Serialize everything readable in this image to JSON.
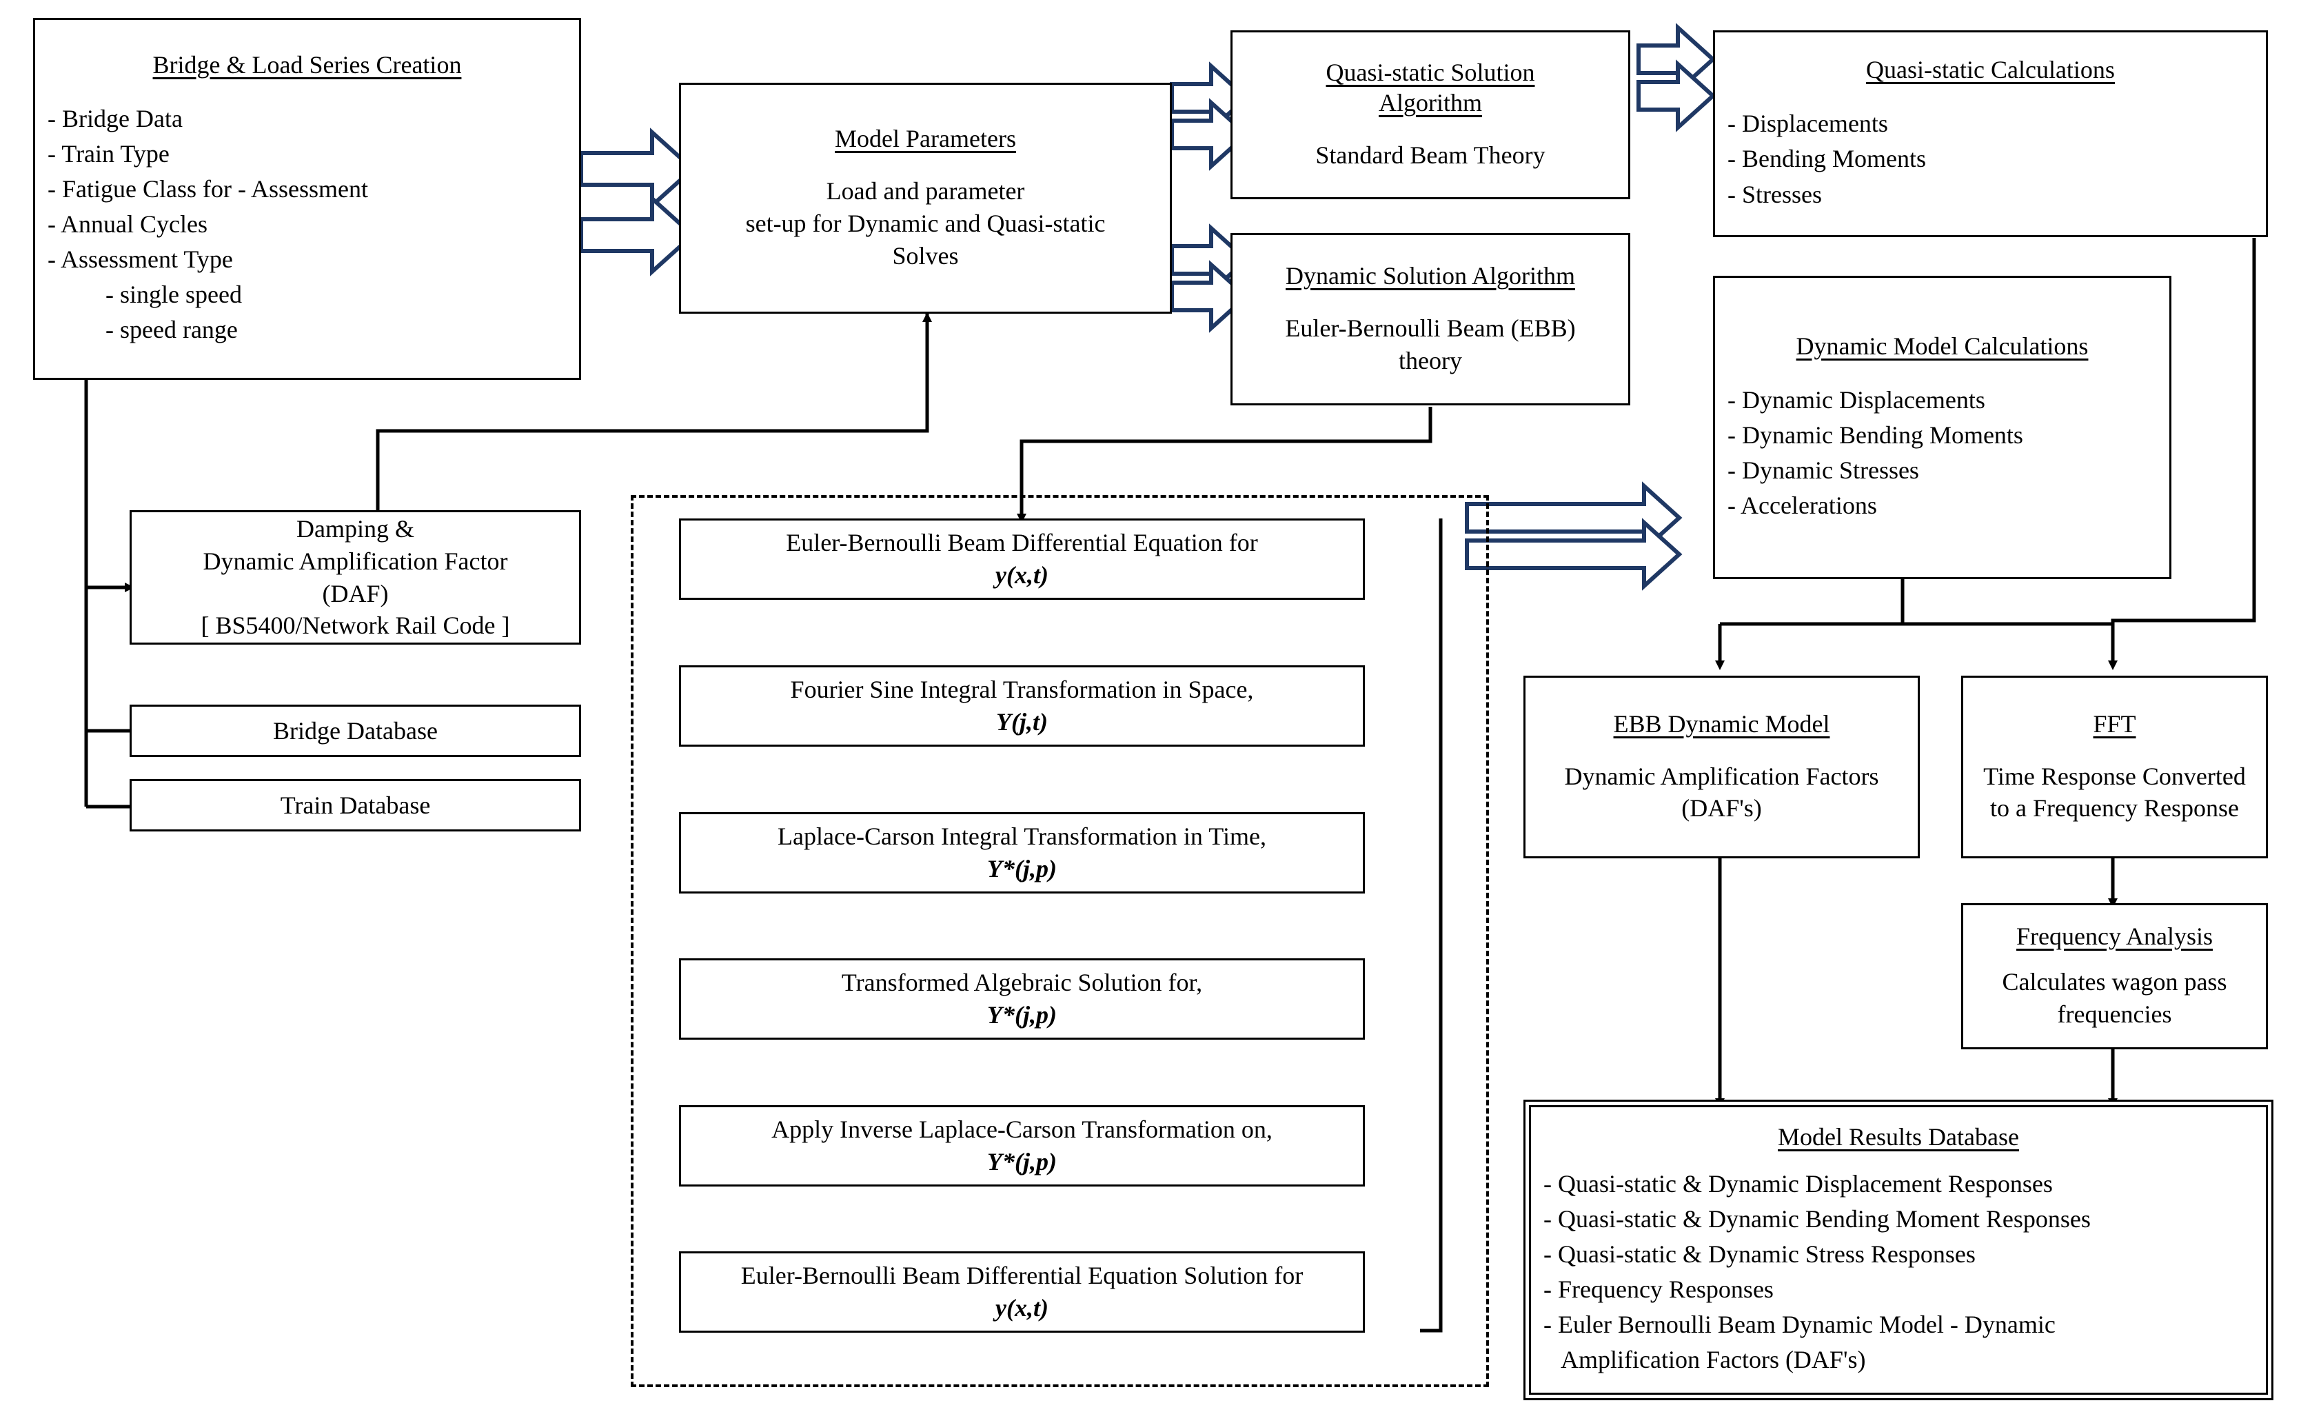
{
  "diagram": {
    "title": "Bridge fatigue assessment model flowchart",
    "accent_color": "#1F3864",
    "line_color": "#000000",
    "box_fill": "#FFFFFF"
  },
  "boxes": {
    "bridge_load_series": {
      "title": "Bridge & Load Series Creation",
      "items": [
        "- Bridge Data",
        "- Train Type",
        "- Fatigue Class for - Assessment",
        "- Annual Cycles",
        "- Assessment Type"
      ],
      "subitems": [
        "- single speed",
        "- speed range"
      ]
    },
    "model_parameters": {
      "title": "Model Parameters",
      "lines": [
        "Load and parameter",
        "set-up for Dynamic and Quasi-static",
        "Solves"
      ]
    },
    "quasi_static_algorithm": {
      "title_line1": "Quasi-static Solution",
      "title_line2": "Algorithm",
      "body": "Standard Beam Theory"
    },
    "quasi_static_calculations": {
      "title": "Quasi-static Calculations",
      "items": [
        "- Displacements",
        "- Bending Moments",
        "- Stresses"
      ]
    },
    "dynamic_algorithm": {
      "title": "Dynamic Solution Algorithm",
      "lines": [
        "Euler-Bernoulli Beam (EBB)",
        "theory"
      ]
    },
    "dynamic_model_calculations": {
      "title": "Dynamic Model Calculations",
      "items": [
        "- Dynamic Displacements",
        "- Dynamic Bending Moments",
        "- Dynamic Stresses",
        "- Accelerations"
      ]
    },
    "damping_daf": {
      "lines": [
        "Damping &",
        "Dynamic Amplification Factor",
        "(DAF)",
        "[ BS5400/Network Rail Code ]"
      ]
    },
    "bridge_database": {
      "label": "Bridge Database"
    },
    "train_database": {
      "label": "Train Database"
    },
    "ebb_dynamic_model": {
      "title": "EBB Dynamic Model",
      "lines": [
        "Dynamic Amplification Factors",
        "(DAF's)"
      ]
    },
    "fft": {
      "title": "FFT",
      "lines": [
        "Time Response Converted",
        "to a Frequency Response"
      ]
    },
    "frequency_analysis": {
      "title": "Frequency Analysis",
      "lines": [
        "Calculates wagon pass",
        "frequencies"
      ]
    },
    "model_results_database": {
      "title": "Model Results Database",
      "items": [
        "- Quasi-static & Dynamic Displacement Responses",
        "- Quasi-static & Dynamic Bending Moment Responses",
        "- Quasi-static & Dynamic Stress Responses",
        "- Frequency Responses",
        "- Euler Bernoulli Beam Dynamic Model - Dynamic",
        "   Amplification Factors (DAF's)"
      ]
    }
  },
  "solution_steps": [
    {
      "text": "Euler-Bernoulli Beam Differential Equation for",
      "math": "y(x,t)"
    },
    {
      "text": "Fourier Sine Integral Transformation in Space,",
      "math": "Y(j,t)"
    },
    {
      "text": "Laplace-Carson Integral Transformation in Time,",
      "math": "Y*(j,p)"
    },
    {
      "text": "Transformed Algebraic Solution for,",
      "math": "Y*(j,p)"
    },
    {
      "text": "Apply Inverse Laplace-Carson Transformation on,",
      "math": "Y*(j,p)"
    },
    {
      "text": "Euler-Bernoulli Beam Differential Equation Solution for",
      "math": "y(x,t)"
    }
  ]
}
